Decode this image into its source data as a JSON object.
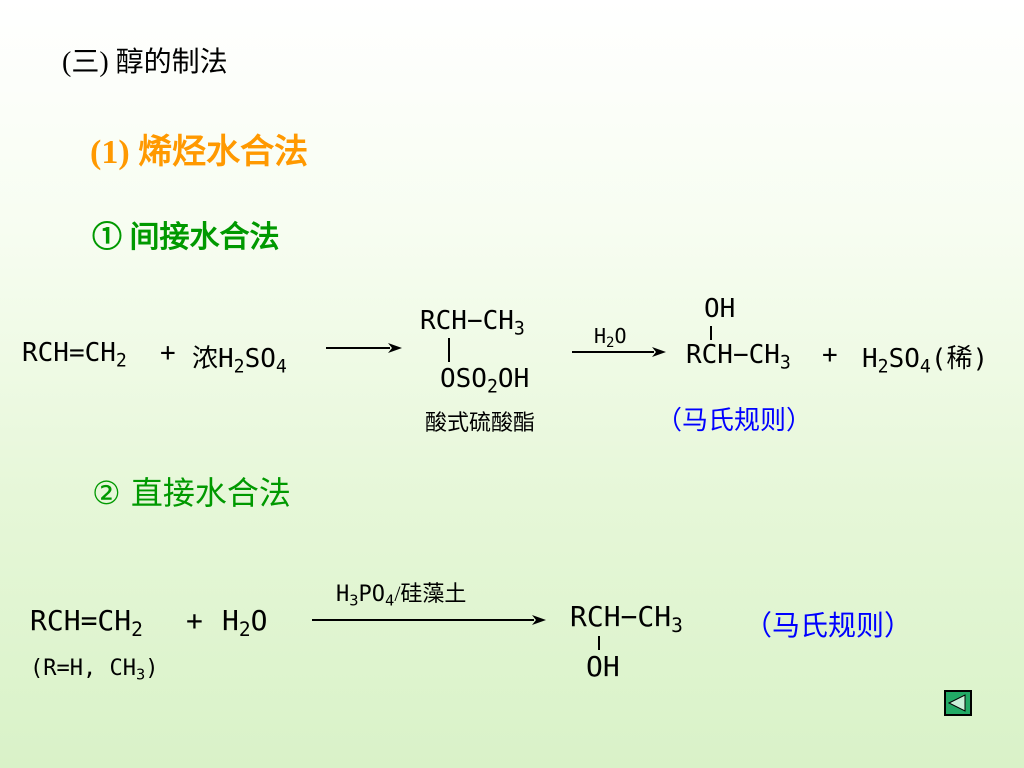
{
  "heading": "(三) 醇的制法",
  "method_title": "(1) 烯烃水合法",
  "sub1_title": "① 间接水合法",
  "sub2_title": "② 直接水合法",
  "reaction1": {
    "reactant1": [
      "RCH=CH",
      "2"
    ],
    "plus1": "+",
    "reagent": [
      "浓H",
      "2",
      "SO",
      "4"
    ],
    "intermediate_top": [
      "RCH−CH",
      "3"
    ],
    "intermediate_bottom": [
      "OSO",
      "2",
      "OH"
    ],
    "intermediate_name": "酸式硫酸酯",
    "arrow2_label": [
      "H",
      "2",
      "O"
    ],
    "product_oh": "OH",
    "product_main": [
      "RCH−CH",
      "3"
    ],
    "plus2": "+",
    "byproduct": [
      "H",
      "2",
      "SO",
      "4",
      "(稀)"
    ],
    "rule": "（马氏规则）"
  },
  "reaction2": {
    "reactant1": [
      "RCH=CH",
      "2"
    ],
    "plus1": "+",
    "reactant2": [
      "H",
      "2",
      "O"
    ],
    "r_note": [
      "(R=H, CH",
      "3",
      ")"
    ],
    "catalyst": [
      "H",
      "3",
      "PO",
      "4",
      "/硅藻土"
    ],
    "product_main": [
      "RCH−CH",
      "3"
    ],
    "product_oh": "OH",
    "rule": "（马氏规则）"
  },
  "nav": {
    "icon": "left-triangle-icon"
  }
}
